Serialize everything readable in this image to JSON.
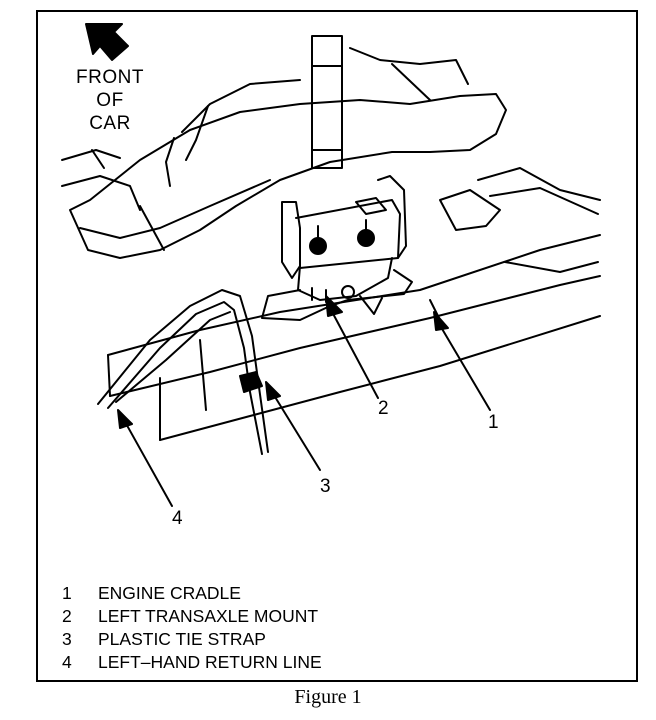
{
  "front_label": [
    "FRONT",
    "OF",
    "CAR"
  ],
  "callouts": [
    "1",
    "2",
    "3",
    "4"
  ],
  "legend": [
    {
      "num": "1",
      "text": "ENGINE CRADLE"
    },
    {
      "num": "2",
      "text": "LEFT TRANSAXLE MOUNT"
    },
    {
      "num": "3",
      "text": "PLASTIC TIE STRAP"
    },
    {
      "num": "4",
      "text": "LEFT–HAND RETURN LINE"
    }
  ],
  "caption": "Figure 1",
  "colors": {
    "ink": "#000000",
    "paper": "#ffffff"
  },
  "icons": [
    "front-of-car-arrow-icon"
  ]
}
